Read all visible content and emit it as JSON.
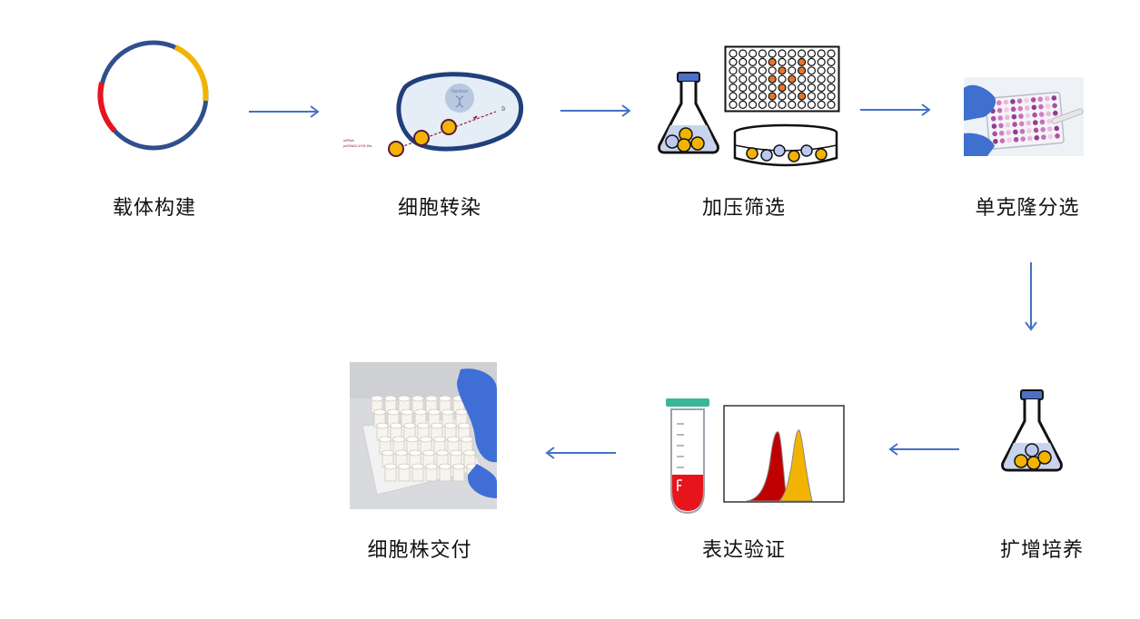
{
  "steps": [
    {
      "id": "vector",
      "label": "载体构建"
    },
    {
      "id": "transfection",
      "label": "细胞转染"
    },
    {
      "id": "selection",
      "label": "加压筛选"
    },
    {
      "id": "clone",
      "label": "单克隆分选"
    },
    {
      "id": "expansion",
      "label": "扩增培养"
    },
    {
      "id": "validation",
      "label": "表达验证"
    },
    {
      "id": "delivery",
      "label": "细胞株交付"
    }
  ],
  "transfection_icon": {
    "nucleus_label": "Nucleus",
    "legend": [
      "mRNA",
      "pcDNA3.1/V5-His"
    ]
  },
  "colors": {
    "arrow": "#4472c4",
    "ring": "#2f4f8f",
    "red": "#e8141c",
    "yellow": "#f2b400",
    "orange": "#e8762a"
  }
}
